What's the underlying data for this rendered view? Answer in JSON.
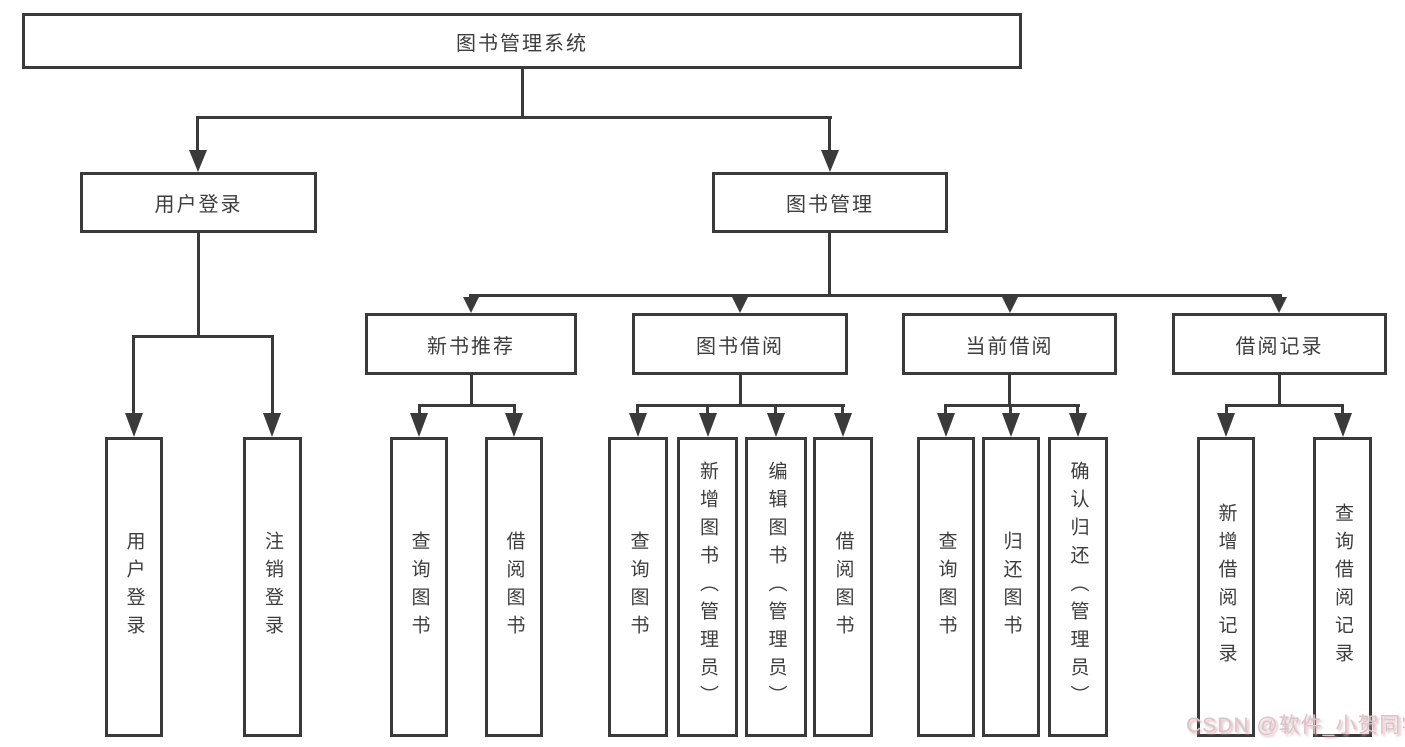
{
  "diagram": {
    "title": "图书管理系统",
    "level2": {
      "user_login": "用户登录",
      "book_mgmt": "图书管理"
    },
    "level3": {
      "new_book": "新书推荐",
      "book_borrow": "图书借阅",
      "current_borrow": "当前借阅",
      "borrow_record": "借阅记录"
    },
    "leaves": {
      "ul_login": "用户登录",
      "ul_logout": "注销登录",
      "nb_query": "查询图书",
      "nb_borrow": "借阅图书",
      "bb_query": "查询图书",
      "bb_add": "新增图书（管理员）",
      "bb_edit": "编辑图书（管理员）",
      "bb_borrow": "借阅图书",
      "cb_query": "查询图书",
      "cb_return": "归还图书",
      "cb_confirm": "确认归还（管理员）",
      "br_add": "新增借阅记录",
      "br_query": "查询借阅记录"
    }
  },
  "watermark": {
    "text": "CSDN @软件_小贺同学"
  },
  "colors": {
    "line": "#3a3a3a",
    "text": "#3d3d3d",
    "background": "#ffffff",
    "watermark_text": "#cbcbcb",
    "watermark_shadow": "#ee9ca8"
  }
}
